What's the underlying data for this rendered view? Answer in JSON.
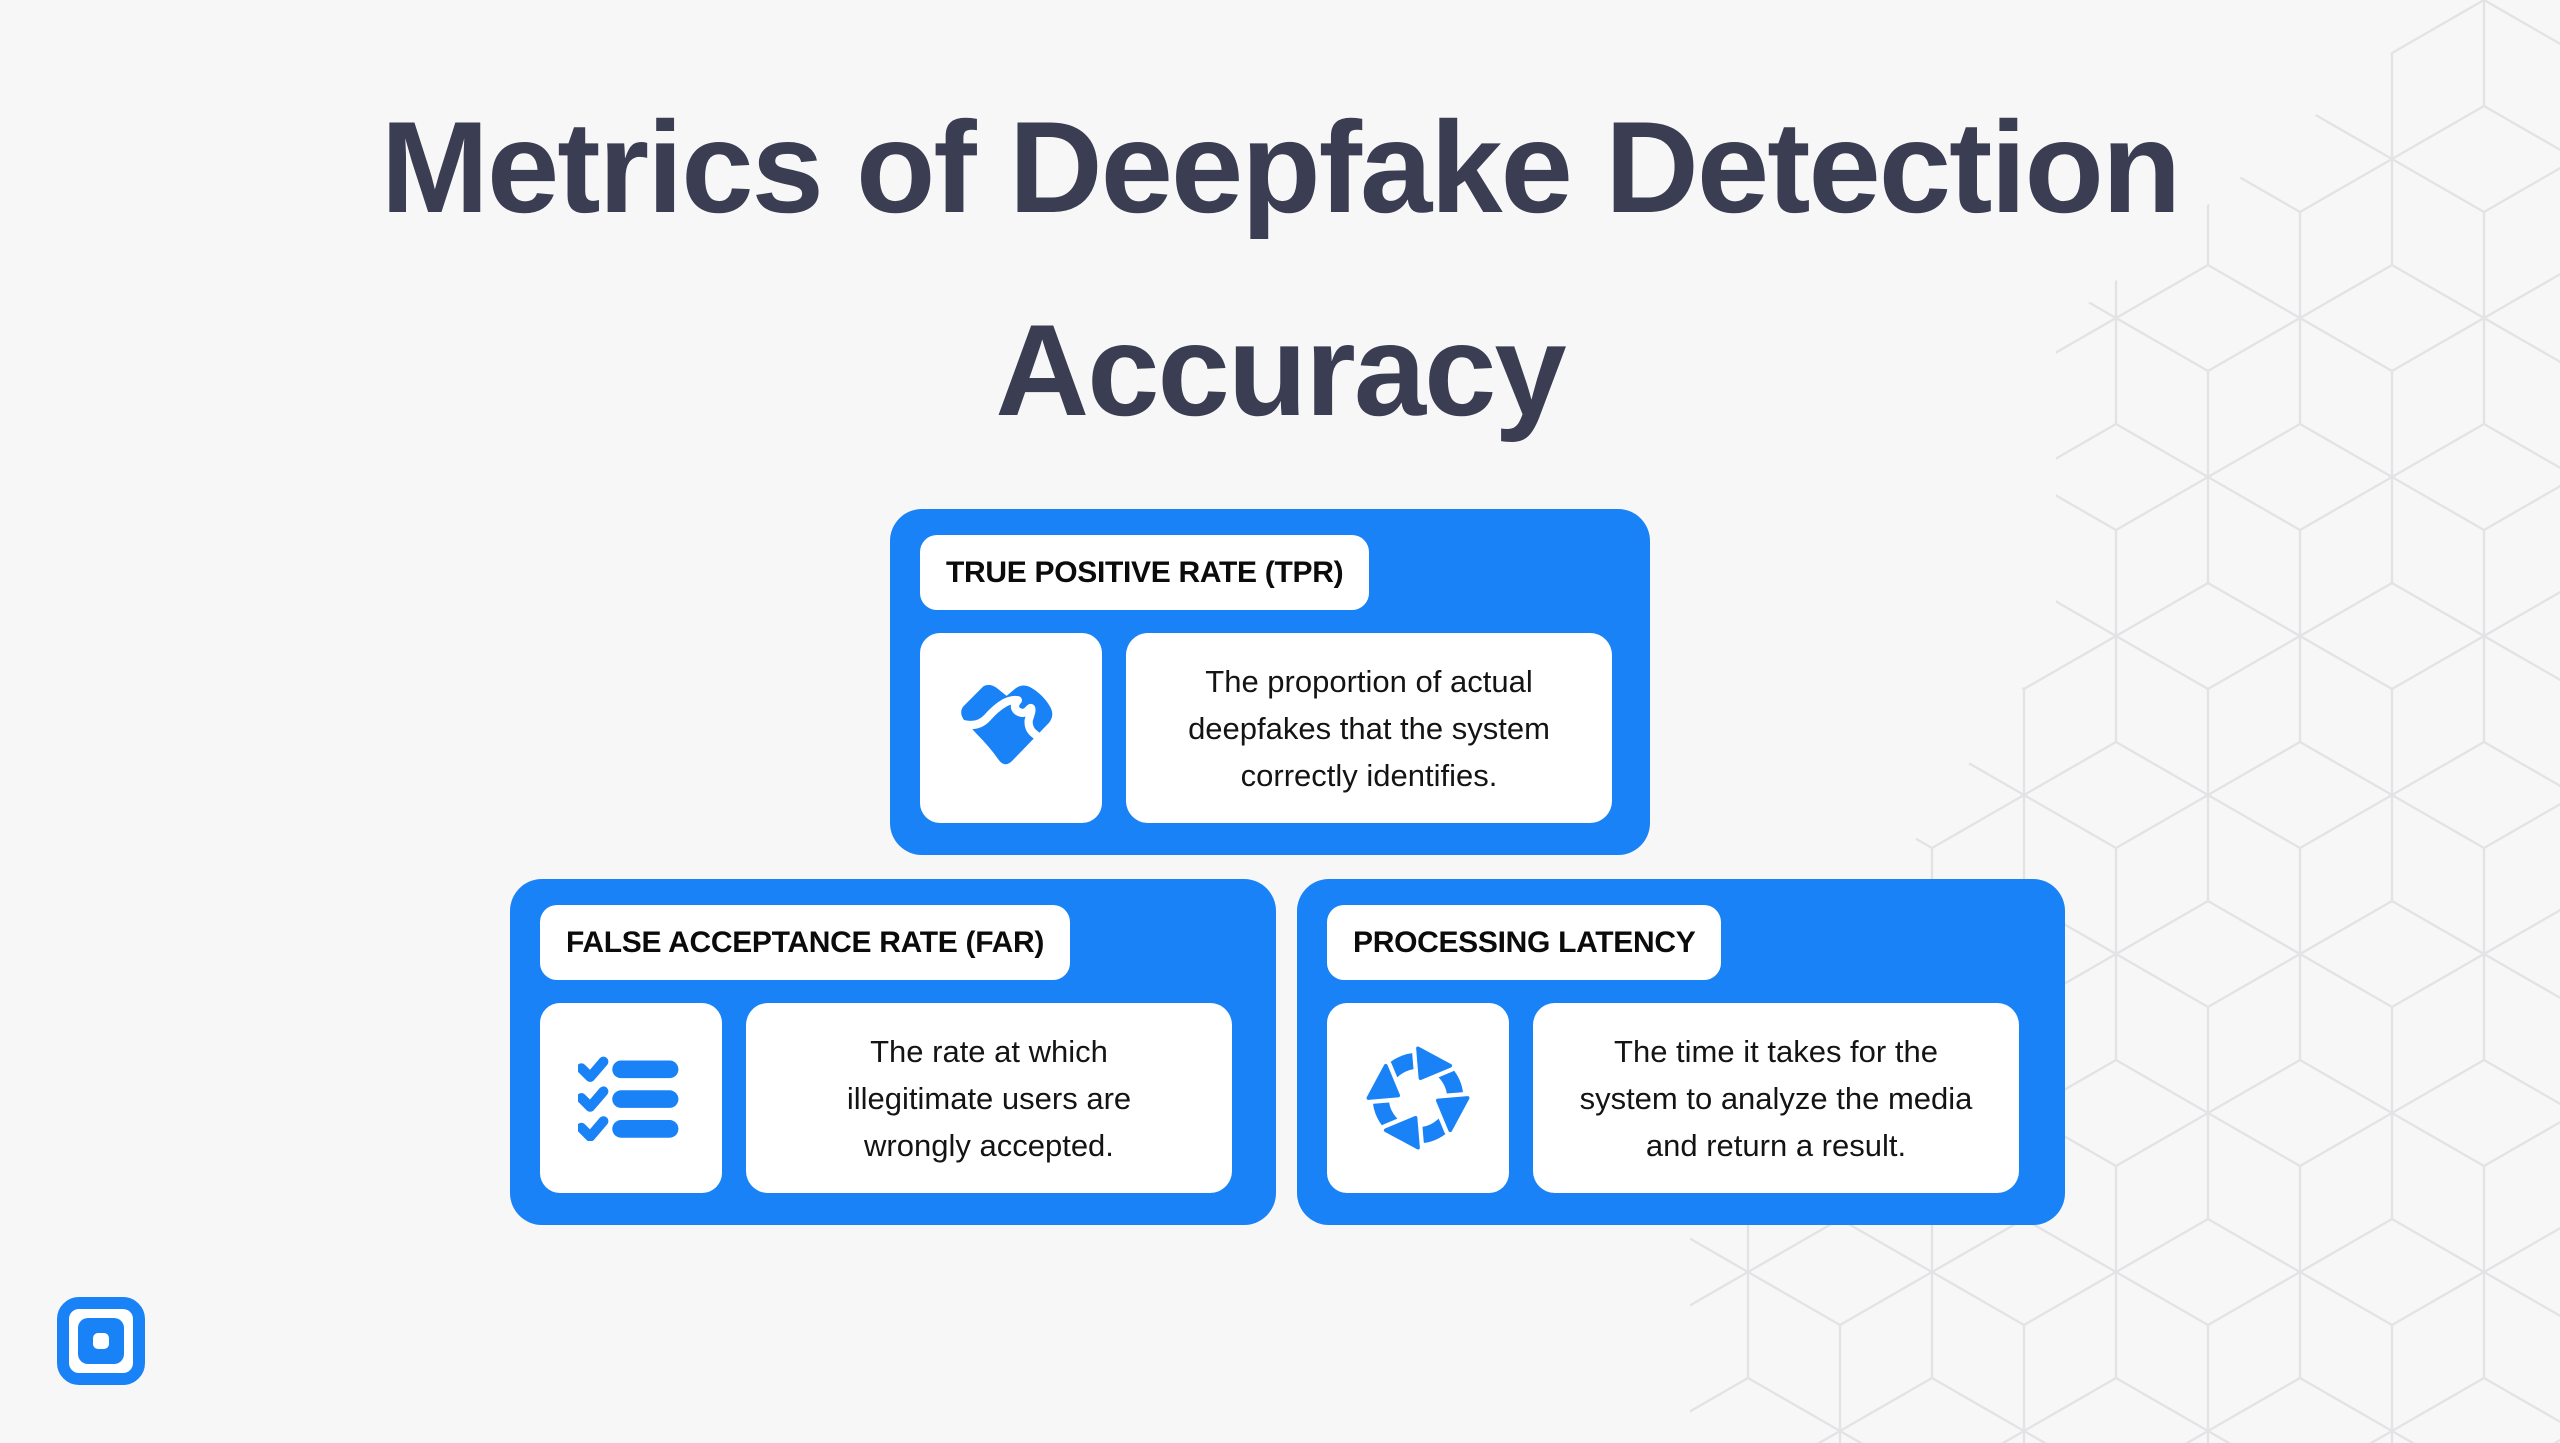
{
  "title": {
    "lines": [
      "Metrics of Deepfake Detection",
      "Accuracy"
    ]
  },
  "cards": [
    {
      "id": "tpr",
      "label": "TRUE POSITIVE RATE (TPR)",
      "icon": "handshake-icon",
      "description_lines": [
        "The proportion of actual",
        "deepfakes that the system",
        "correctly identifies."
      ]
    },
    {
      "id": "far",
      "label": "FALSE ACCEPTANCE RATE (FAR)",
      "icon": "checklist-icon",
      "description_lines": [
        "The rate at which",
        "illegitimate users are",
        "wrongly accepted."
      ]
    },
    {
      "id": "latency",
      "label": "PROCESSING LATENCY",
      "icon": "cycle-arrows-icon",
      "description_lines": [
        "The time it takes for the",
        "system to analyze the media",
        "and return a result."
      ]
    }
  ],
  "colors": {
    "accent_blue": "#1a82f7",
    "title_text": "#3b3e52",
    "background": "#f7f7f8",
    "pattern_line": "#e3e3e6",
    "card_text": "#141414",
    "pill_text": "#0b0b0b"
  },
  "logo": {
    "name": "square-logo"
  }
}
